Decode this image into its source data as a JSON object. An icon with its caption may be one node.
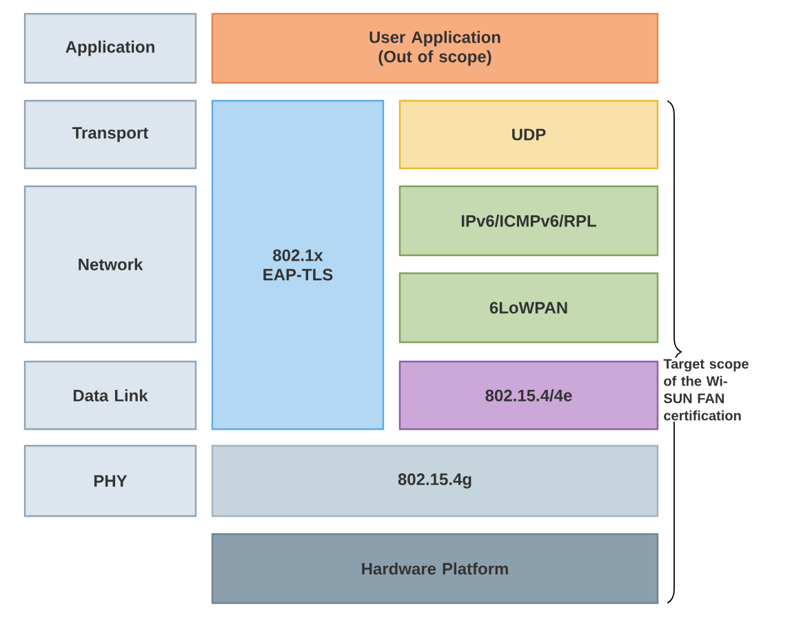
{
  "diagram": {
    "nodes": [
      {
        "text": [
          "Application"
        ]
      },
      {
        "text": [
          "Transport"
        ]
      },
      {
        "text": [
          "Network"
        ]
      },
      {
        "text": [
          "Data Link"
        ]
      },
      {
        "text": [
          "PHY"
        ]
      },
      {
        "text": [
          "User Application (Out of scope)"
        ]
      },
      {
        "text": [
          "802.1x EAP-TLS"
        ]
      },
      {
        "text": [
          "UDP"
        ]
      },
      {
        "text": [
          "IPv6/ICMPv6/RPL"
        ]
      },
      {
        "text": [
          "6LoWPAN"
        ]
      },
      {
        "text": [
          "802.15.4/4e"
        ]
      },
      {
        "text": [
          "802.15.4g"
        ]
      },
      {
        "text": [
          "Hardware Platform"
        ]
      }
    ],
    "labels": [
      "Target scope of the Wi-SUN FAN certification"
    ]
  }
}
